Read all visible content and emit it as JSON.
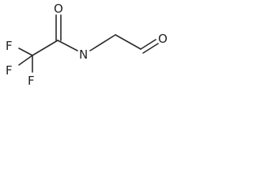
{
  "structure": {
    "atoms": {
      "f1": "F",
      "f2": "F",
      "f3": "F",
      "o_carbonyl": "O",
      "n_amide": "N",
      "o_aldehyde": "O"
    },
    "colors": {
      "bond": "#2a2a2a",
      "label": "#222222",
      "background": "#ffffff"
    }
  }
}
